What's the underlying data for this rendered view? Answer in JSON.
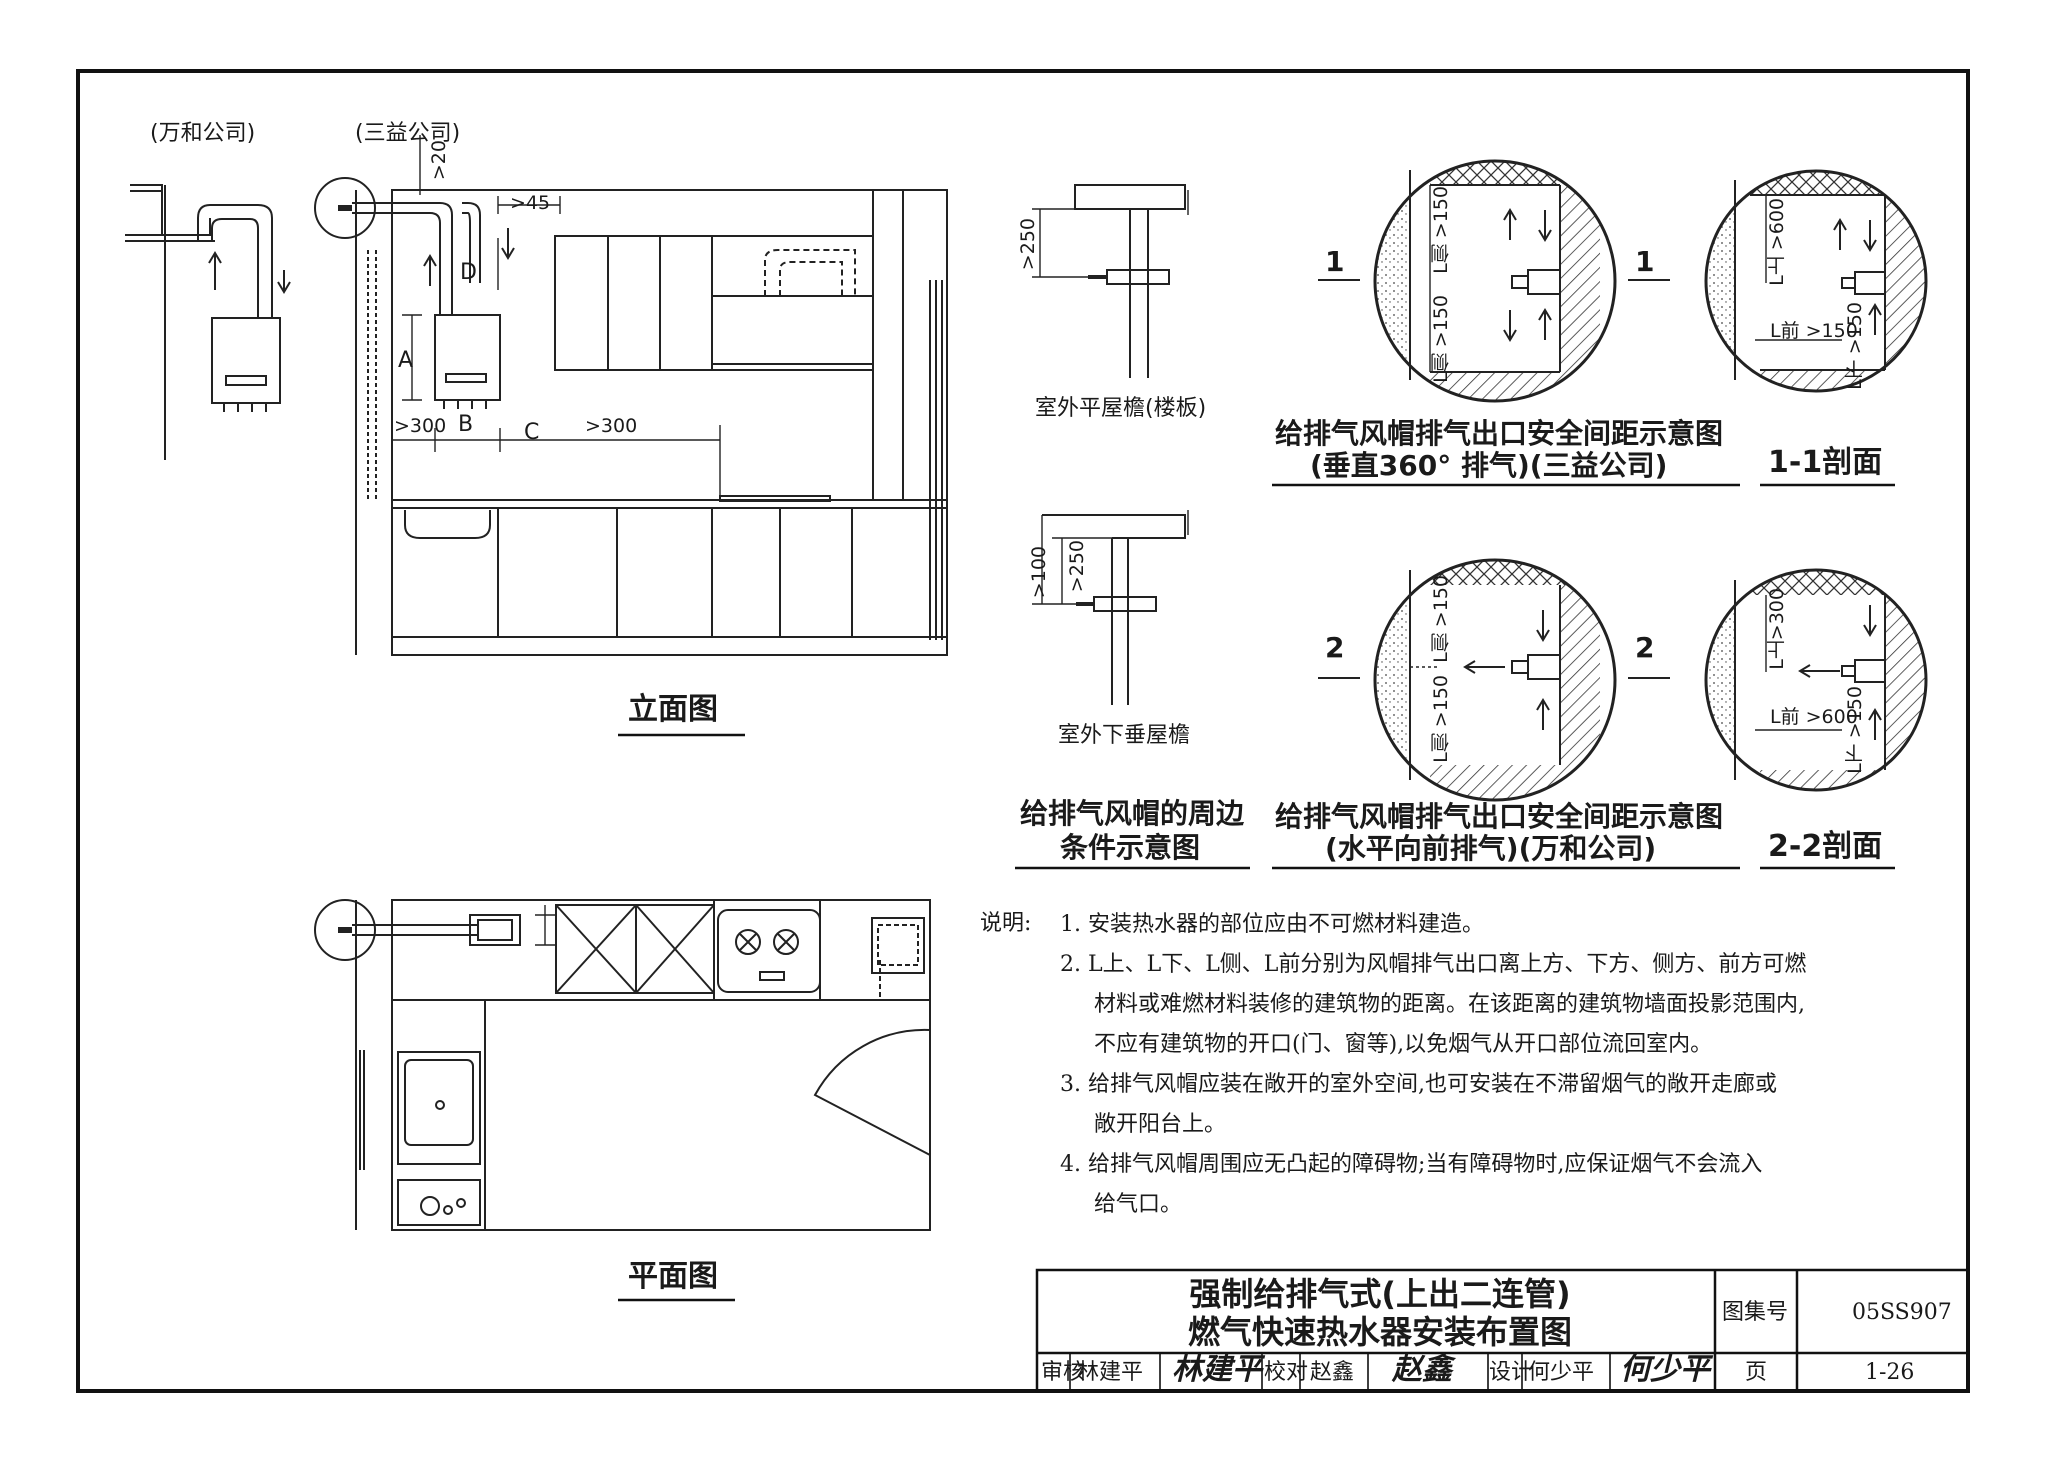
{
  "labels": {
    "wanhe": "(万和公司)",
    "sanyi": "(三益公司)",
    "elevation_title": "立面图",
    "plan_title": "平面图",
    "section11": "1-1剖面",
    "section22": "2-2剖面",
    "roof_flat": "室外平屋檐(楼板)",
    "roof_down": "室外下垂屋檐",
    "periph_line1": "给排气风帽的周边",
    "periph_line2": "条件示意图",
    "caption1_line1": "给排气风帽排气出口安全间距示意图",
    "caption1_line2": "(垂直360° 排气)(三益公司)",
    "caption2_line1": "给排气风帽排气出口安全间距示意图",
    "caption2_line2": "(水平向前排气)(万和公司)",
    "sec_mark_1": "1",
    "sec_mark_2": "2"
  },
  "dims": {
    "d20": ">20",
    "d45": ">45",
    "d300a": ">300",
    "d300b": ">300",
    "letter_a": "A",
    "letter_b": "B",
    "letter_c": "C",
    "letter_d": "D",
    "d250a": ">250",
    "d100": ">100",
    "d250b": ">250",
    "l_side150_a": "L侧 >150",
    "l_side150_b": "L侧 >150",
    "l_side150_c": "L侧 >150",
    "l_side150_d": "L侧 >150",
    "l_up600": "L上 >600",
    "l_front150": "L前 >150",
    "l_down150": "L下 >150",
    "l_up300": "L上>300",
    "l_front600": "L前 >600",
    "l_down150b": "L下 >150"
  },
  "notes": {
    "heading": "说明:",
    "items": [
      "1. 安装热水器的部位应由不可燃材料建造。",
      "2. L上、L下、L侧、L前分别为风帽排气出口离上方、下方、侧方、前方可燃",
      "材料或难燃材料装修的建筑物的距离。在该距离的建筑物墙面投影范围内,",
      "不应有建筑物的开口(门、窗等),以免烟气从开口部位流回室内。",
      "3. 给排气风帽应装在敞开的室外空间,也可安装在不滞留烟气的敞开走廊或",
      "敞开阳台上。",
      "4. 给排气风帽周围应无凸起的障碍物;当有障碍物时,应保证烟气不会流入",
      "给气口。"
    ]
  },
  "title_block": {
    "title_line1": "强制给排气式(上出二连管)",
    "title_line2": "燃气快速热水器安装布置图",
    "atlas_label": "图集号",
    "atlas_no": "05SS907",
    "page_label": "页",
    "page_no": "1-26",
    "review_label": "审核",
    "review_name": "林建平",
    "check_label": "校对",
    "check_name": "赵鑫",
    "design_label": "设计",
    "design_name": "何少平"
  }
}
